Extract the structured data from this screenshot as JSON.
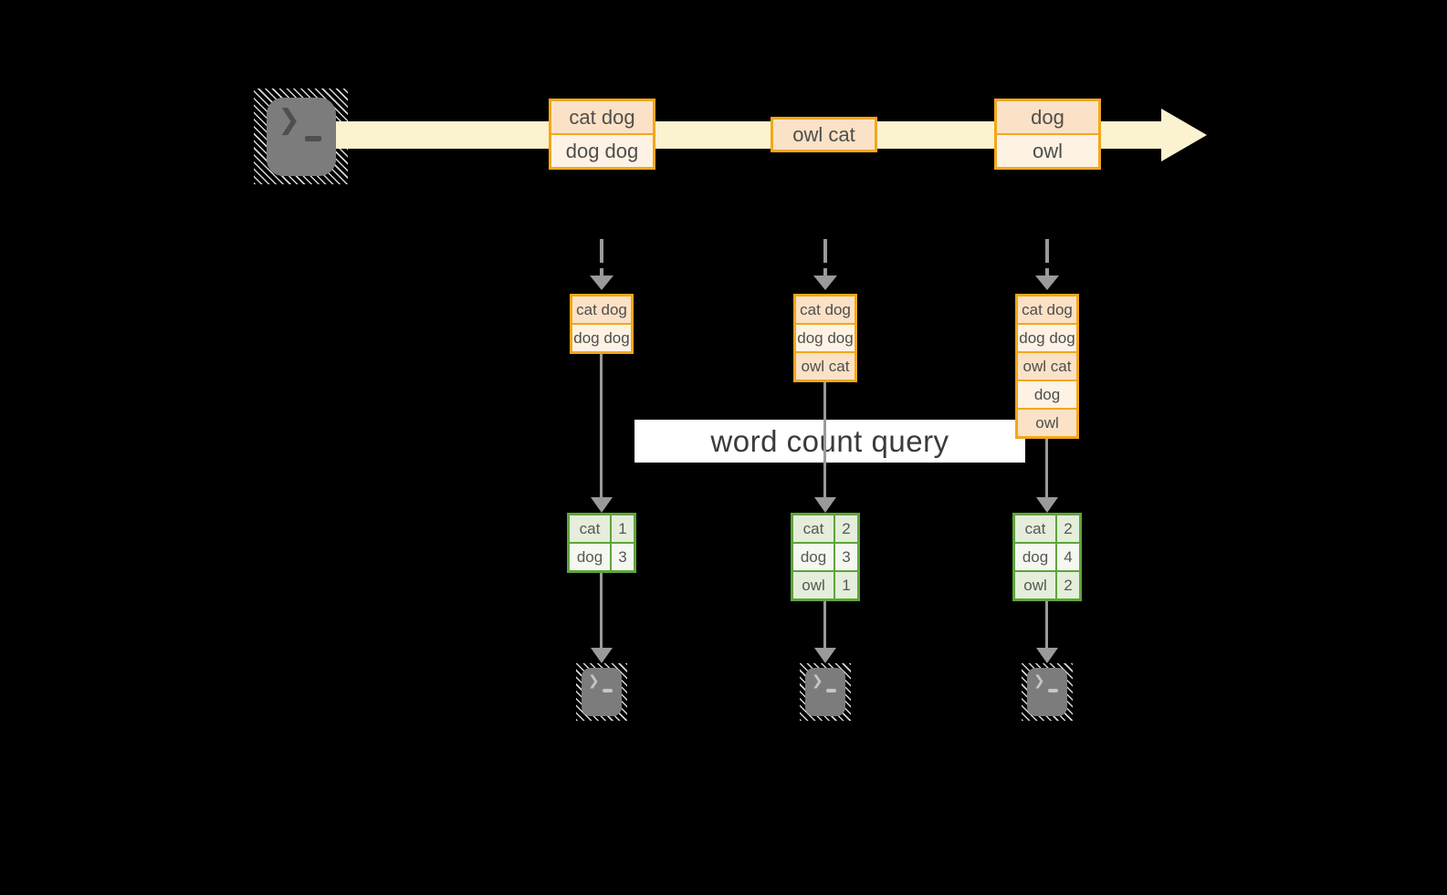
{
  "diagram": {
    "query_label": "word count query",
    "source": {
      "icon": "terminal-icon"
    },
    "stream_batches": [
      {
        "items": [
          "cat dog",
          "dog dog"
        ]
      },
      {
        "items": [
          "owl cat"
        ]
      },
      {
        "items": [
          "dog",
          "owl"
        ]
      }
    ],
    "snapshots": [
      {
        "input_lines": [
          "cat dog",
          "dog dog"
        ],
        "word_counts": [
          {
            "word": "cat",
            "count": "1"
          },
          {
            "word": "dog",
            "count": "3"
          }
        ],
        "sink_icon": "terminal-icon"
      },
      {
        "input_lines": [
          "cat dog",
          "dog dog",
          "owl cat"
        ],
        "word_counts": [
          {
            "word": "cat",
            "count": "2"
          },
          {
            "word": "dog",
            "count": "3"
          },
          {
            "word": "owl",
            "count": "1"
          }
        ],
        "sink_icon": "terminal-icon"
      },
      {
        "input_lines": [
          "cat dog",
          "dog dog",
          "owl cat",
          "dog",
          "owl"
        ],
        "word_counts": [
          {
            "word": "cat",
            "count": "2"
          },
          {
            "word": "dog",
            "count": "4"
          },
          {
            "word": "owl",
            "count": "2"
          }
        ],
        "sink_icon": "terminal-icon"
      }
    ],
    "colors": {
      "background": "#000000",
      "stream_band": "#FBF2D0",
      "box_border": "#F2A71B",
      "box_fill_dark": "#FBE2C6",
      "box_fill_light": "#FDF2E4",
      "table_border": "#5EA53C",
      "table_fill_dark": "#E4EEDA",
      "table_fill_light": "#F4F8F0",
      "arrow_gray": "#9A9A9A",
      "terminal_gray": "#7C7C7C",
      "query_bg": "#FFFFFF"
    }
  }
}
